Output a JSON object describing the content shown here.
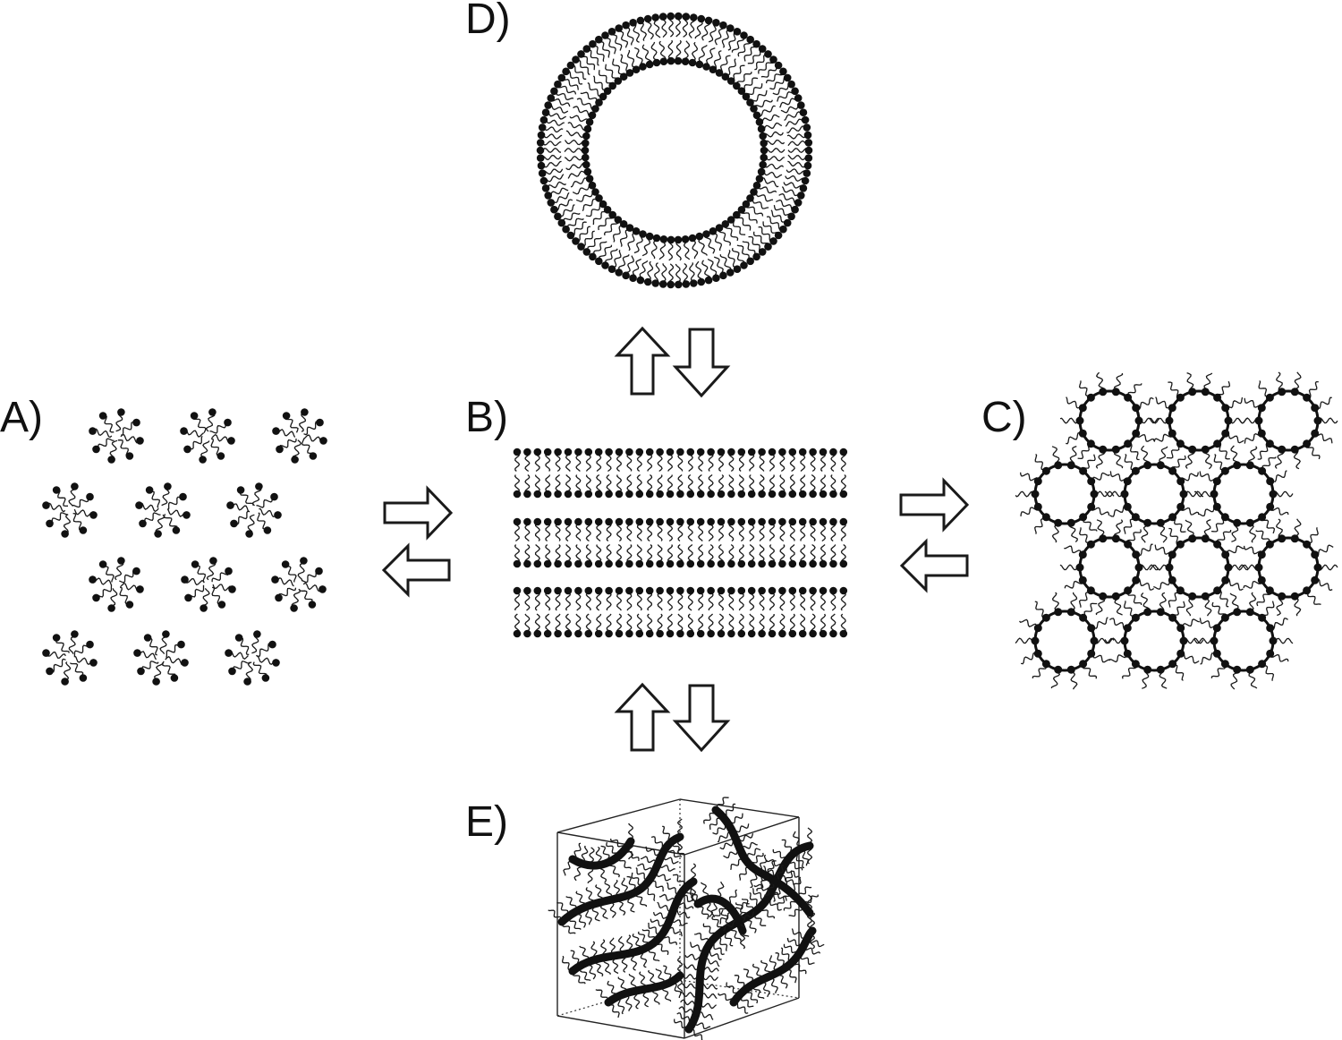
{
  "figure": {
    "panels": [
      {
        "key": "A",
        "label": "A)"
      },
      {
        "key": "B",
        "label": "B)"
      },
      {
        "key": "C",
        "label": "C)"
      },
      {
        "key": "D",
        "label": "D)"
      },
      {
        "key": "E",
        "label": "E)"
      }
    ],
    "colors": {
      "ink": "#111111",
      "background": "#ffffff",
      "arrow_fill": "#ffffff"
    },
    "transitions": [
      {
        "from": "A",
        "to": "B",
        "style": "double-block-arrow"
      },
      {
        "from": "B",
        "to": "C",
        "style": "double-block-arrow"
      },
      {
        "from": "B",
        "to": "D",
        "style": "double-block-arrow"
      },
      {
        "from": "B",
        "to": "E",
        "style": "double-block-arrow"
      }
    ]
  }
}
